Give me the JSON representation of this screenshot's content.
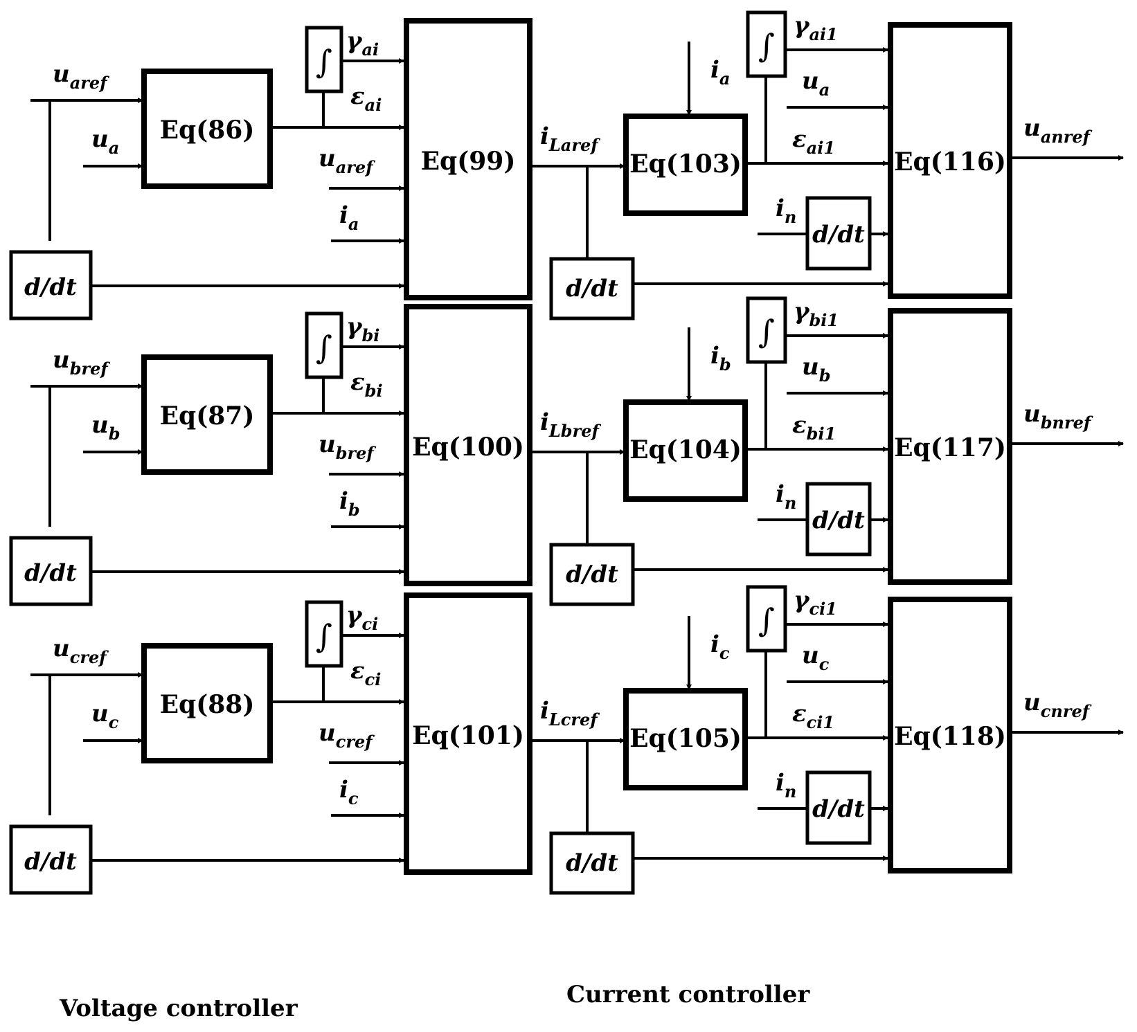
{
  "captions": {
    "voltage_controller": "Voltage controller",
    "current_controller": "Current controller"
  },
  "colors": {
    "line": "#000000",
    "background": "#ffffff"
  },
  "icons": {
    "integrator": "∫",
    "arrowhead": "filled-triangle-arrow"
  },
  "phases": [
    {
      "id": "a",
      "voltage_block": "Eq(86)",
      "voltage_ctrl_block": "Eq(99)",
      "current_block": "Eq(103)",
      "output_block": "Eq(116)",
      "deriv": "d/dt",
      "integrator": "∫",
      "labels": {
        "uref": {
          "base": "u",
          "sub": "aref"
        },
        "u": {
          "base": "u",
          "sub": "a"
        },
        "gamma": {
          "base": "γ",
          "sub": "ai"
        },
        "eps": {
          "base": "ε",
          "sub": "ai"
        },
        "uref2": {
          "base": "u",
          "sub": "aref"
        },
        "i": {
          "base": "i",
          "sub": "a"
        },
        "iLref": {
          "base": "i",
          "sub": "Laref"
        },
        "i_top": {
          "base": "i",
          "sub": "a"
        },
        "gamma1": {
          "base": "γ",
          "sub": "ai1"
        },
        "u2": {
          "base": "u",
          "sub": "a"
        },
        "eps1": {
          "base": "ε",
          "sub": "ai1"
        },
        "in": {
          "base": "i",
          "sub": "n"
        },
        "out": {
          "base": "u",
          "sub": "anref"
        }
      }
    },
    {
      "id": "b",
      "voltage_block": "Eq(87)",
      "voltage_ctrl_block": "Eq(100)",
      "current_block": "Eq(104)",
      "output_block": "Eq(117)",
      "deriv": "d/dt",
      "integrator": "∫",
      "labels": {
        "uref": {
          "base": "u",
          "sub": "bref"
        },
        "u": {
          "base": "u",
          "sub": "b"
        },
        "gamma": {
          "base": "γ",
          "sub": "bi"
        },
        "eps": {
          "base": "ε",
          "sub": "bi"
        },
        "uref2": {
          "base": "u",
          "sub": "bref"
        },
        "i": {
          "base": "i",
          "sub": "b"
        },
        "iLref": {
          "base": "i",
          "sub": "Lbref"
        },
        "i_top": {
          "base": "i",
          "sub": "b"
        },
        "gamma1": {
          "base": "γ",
          "sub": "bi1"
        },
        "u2": {
          "base": "u",
          "sub": "b"
        },
        "eps1": {
          "base": "ε",
          "sub": "bi1"
        },
        "in": {
          "base": "i",
          "sub": "n"
        },
        "out": {
          "base": "u",
          "sub": "bnref"
        }
      }
    },
    {
      "id": "c",
      "voltage_block": "Eq(88)",
      "voltage_ctrl_block": "Eq(101)",
      "current_block": "Eq(105)",
      "output_block": "Eq(118)",
      "deriv": "d/dt",
      "integrator": "∫",
      "labels": {
        "uref": {
          "base": "u",
          "sub": "cref"
        },
        "u": {
          "base": "u",
          "sub": "c"
        },
        "gamma": {
          "base": "γ",
          "sub": "ci"
        },
        "eps": {
          "base": "ε",
          "sub": "ci"
        },
        "uref2": {
          "base": "u",
          "sub": "cref"
        },
        "i": {
          "base": "i",
          "sub": "c"
        },
        "iLref": {
          "base": "i",
          "sub": "Lcref"
        },
        "i_top": {
          "base": "i",
          "sub": "c"
        },
        "gamma1": {
          "base": "γ",
          "sub": "ci1"
        },
        "u2": {
          "base": "u",
          "sub": "c"
        },
        "eps1": {
          "base": "ε",
          "sub": "ci1"
        },
        "in": {
          "base": "i",
          "sub": "n"
        },
        "out": {
          "base": "u",
          "sub": "cnref"
        }
      }
    }
  ]
}
